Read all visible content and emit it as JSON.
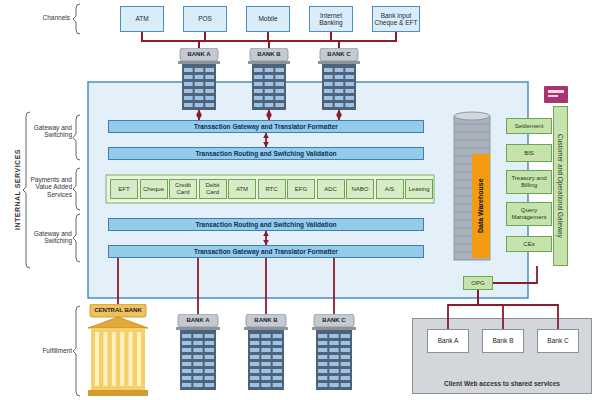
{
  "diagram": {
    "nodes": [
      {
        "text": [
          "ATM"
        ]
      },
      {
        "text": [
          "POS"
        ]
      },
      {
        "text": [
          "Mobile"
        ]
      },
      {
        "text": [
          "Internet Banking"
        ]
      },
      {
        "text": [
          "Bank input Cheque & EFT"
        ]
      },
      {
        "text": [
          "BANK A"
        ]
      },
      {
        "text": [
          "BANK B"
        ]
      },
      {
        "text": [
          "BANK C"
        ]
      },
      {
        "text": [
          "Transaction Gateway and Translator Formatter"
        ]
      },
      {
        "text": [
          "Transaction Routing and Switching Validation"
        ]
      },
      {
        "text": [
          "EFT"
        ]
      },
      {
        "text": [
          "Cheque"
        ]
      },
      {
        "text": [
          "Credit Card"
        ]
      },
      {
        "text": [
          "Debit Card"
        ]
      },
      {
        "text": [
          "ATM"
        ]
      },
      {
        "text": [
          "RTC"
        ]
      },
      {
        "text": [
          "EFG"
        ]
      },
      {
        "text": [
          "ADC"
        ]
      },
      {
        "text": [
          "NABO"
        ]
      },
      {
        "text": [
          "A/S"
        ]
      },
      {
        "text": [
          "Leasing"
        ]
      },
      {
        "text": [
          "Transaction Routing and Switching Validation"
        ]
      },
      {
        "text": [
          "Transaction Gateway and Translator Formatter"
        ]
      },
      {
        "text": [
          "Data Warehouse"
        ]
      },
      {
        "text": [
          "Customer and Operational Gateway"
        ]
      },
      {
        "text": [
          "Settlement"
        ],
        "in": 24
      },
      {
        "text": [
          "BIS"
        ],
        "in": 24
      },
      {
        "text": [
          "Treasury and Billing"
        ],
        "in": 24
      },
      {
        "text": [
          "Query Management"
        ],
        "in": 24
      },
      {
        "text": [
          "CEs"
        ],
        "in": 24
      },
      {
        "text": [
          "OPG"
        ]
      },
      {
        "text": [
          "CENTRAL BANK"
        ]
      },
      {
        "text": [
          "BANK A"
        ]
      },
      {
        "text": [
          "BANK B"
        ]
      },
      {
        "text": [
          "BANK C"
        ]
      },
      {
        "text": [
          "Client Web access to shared services"
        ]
      },
      {
        "text": [
          "Bank A"
        ],
        "in": 35
      },
      {
        "text": [
          "Bank B"
        ],
        "in": 35
      },
      {
        "text": [
          "Bank C"
        ],
        "in": 35
      }
    ],
    "edges": [
      {
        "from": 0,
        "to": 5,
        "arrow": "none"
      },
      {
        "from": 0,
        "to": 6,
        "arrow": "none"
      },
      {
        "from": 0,
        "to": 7,
        "arrow": "none"
      },
      {
        "from": 1,
        "to": 5,
        "arrow": "none"
      },
      {
        "from": 1,
        "to": 6,
        "arrow": "none"
      },
      {
        "from": 1,
        "to": 7,
        "arrow": "none"
      },
      {
        "from": 2,
        "to": 5,
        "arrow": "none"
      },
      {
        "from": 2,
        "to": 6,
        "arrow": "none"
      },
      {
        "from": 2,
        "to": 7,
        "arrow": "none"
      },
      {
        "from": 3,
        "to": 5,
        "arrow": "none"
      },
      {
        "from": 3,
        "to": 6,
        "arrow": "none"
      },
      {
        "from": 3,
        "to": 7,
        "arrow": "none"
      },
      {
        "from": 4,
        "to": 5,
        "arrow": "none"
      },
      {
        "from": 4,
        "to": 6,
        "arrow": "none"
      },
      {
        "from": 4,
        "to": 7,
        "arrow": "none"
      },
      {
        "from": 5,
        "to": 8,
        "arrow": "both"
      },
      {
        "from": 6,
        "to": 8,
        "arrow": "both"
      },
      {
        "from": 7,
        "to": 8,
        "arrow": "both"
      },
      {
        "from": 8,
        "to": 9,
        "arrow": "both"
      },
      {
        "from": 21,
        "to": 22,
        "arrow": "both"
      },
      {
        "from": 22,
        "to": 31,
        "arrow": "none"
      },
      {
        "from": 22,
        "to": 32,
        "arrow": "none"
      },
      {
        "from": 22,
        "to": 33,
        "arrow": "none"
      },
      {
        "from": 22,
        "to": 34,
        "arrow": "none"
      },
      {
        "from": 24,
        "to": 30,
        "arrow": "none"
      },
      {
        "from": 30,
        "to": 36,
        "arrow": "none"
      },
      {
        "from": 30,
        "to": 37,
        "arrow": "none"
      },
      {
        "from": 30,
        "to": 38,
        "arrow": "none"
      }
    ],
    "labels": [
      "Channels",
      "INTERNAL SERVICES",
      "Gateway and Switching",
      "Payments and Value Added Services",
      "Gateway and Switching",
      "Fulfillment"
    ]
  }
}
